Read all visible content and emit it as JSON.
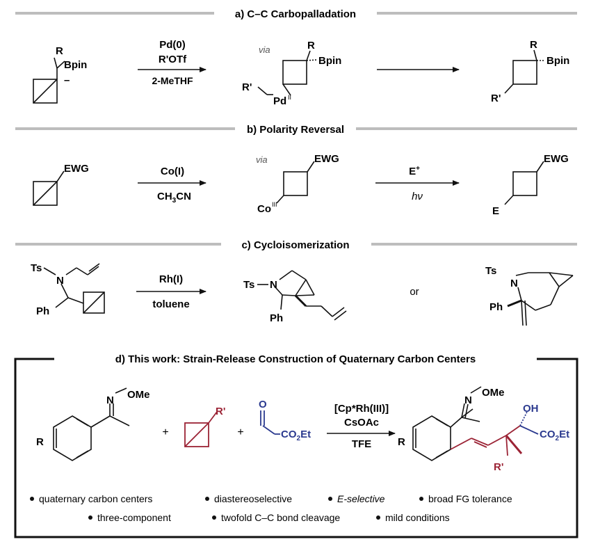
{
  "sections": {
    "a": {
      "title": "a) C–C Carbopalladation",
      "start_R": "R",
      "start_bpin": "Bpin",
      "start_charge": "–",
      "cond_top1": "Pd(0)",
      "cond_top2": "R'OTf",
      "cond_bottom": "2-MeTHF",
      "via": "via",
      "int_R": "R",
      "int_bpin": "Bpin",
      "int_Rp": "R'",
      "int_pd": "Pd",
      "int_pd_ox": "II",
      "prod_R": "R",
      "prod_bpin": "Bpin",
      "prod_Rp": "R'"
    },
    "b": {
      "title": "b) Polarity Reversal",
      "start_ewg": "EWG",
      "cond_top": "Co(I)",
      "cond_bottom_main": "CH",
      "cond_bottom_sub": "3",
      "cond_bottom_end": "CN",
      "via": "via",
      "int_ewg": "EWG",
      "int_co": "Co",
      "int_co_ox": "III",
      "cond2_top": "E",
      "cond2_top_sup": "+",
      "cond2_bottom": "hν",
      "prod_ewg": "EWG",
      "prod_e": "E"
    },
    "c": {
      "title": "c) Cycloisomerization",
      "start_ts": "Ts",
      "start_n": "N",
      "start_ph": "Ph",
      "cond_top": "Rh(I)",
      "cond_bottom": "toluene",
      "prod1_ts": "Ts",
      "prod1_n": "N",
      "prod1_ph": "Ph",
      "or": "or",
      "prod2_ts": "Ts",
      "prod2_n": "N",
      "prod2_ph": "Ph"
    },
    "d": {
      "title": "d) This work: Strain-Release Construction of Quaternary Carbon Centers",
      "oxime_n": "N",
      "oxime_ome": "OMe",
      "aryl_r": "R",
      "plus1": "+",
      "bcb_rp": "R'",
      "plus2": "+",
      "glyox_o": "O",
      "glyox_co2et_main": "CO",
      "glyox_co2et_sub": "2",
      "glyox_co2et_end": "Et",
      "cond_line1": "[Cp*Rh(III)]",
      "cond_line2": "CsOAc",
      "cond_line3": "TFE",
      "prod_n": "N",
      "prod_ome": "OMe",
      "prod_r": "R",
      "prod_oh": "OH",
      "prod_rp": "R'",
      "prod_co2et_main": "CO",
      "prod_co2et_sub": "2",
      "prod_co2et_end": "Et",
      "features_row1": [
        "quaternary carbon centers",
        "diastereoselective",
        "E-selective",
        "broad FG tolerance"
      ],
      "features_row2": [
        "three-component",
        "twofold C–C bond cleavage",
        "mild conditions"
      ]
    }
  },
  "colors": {
    "ink": "#111111",
    "rule": "#bdbdbd",
    "accent_red": "#9b2335",
    "accent_blue": "#2b3a8f"
  }
}
